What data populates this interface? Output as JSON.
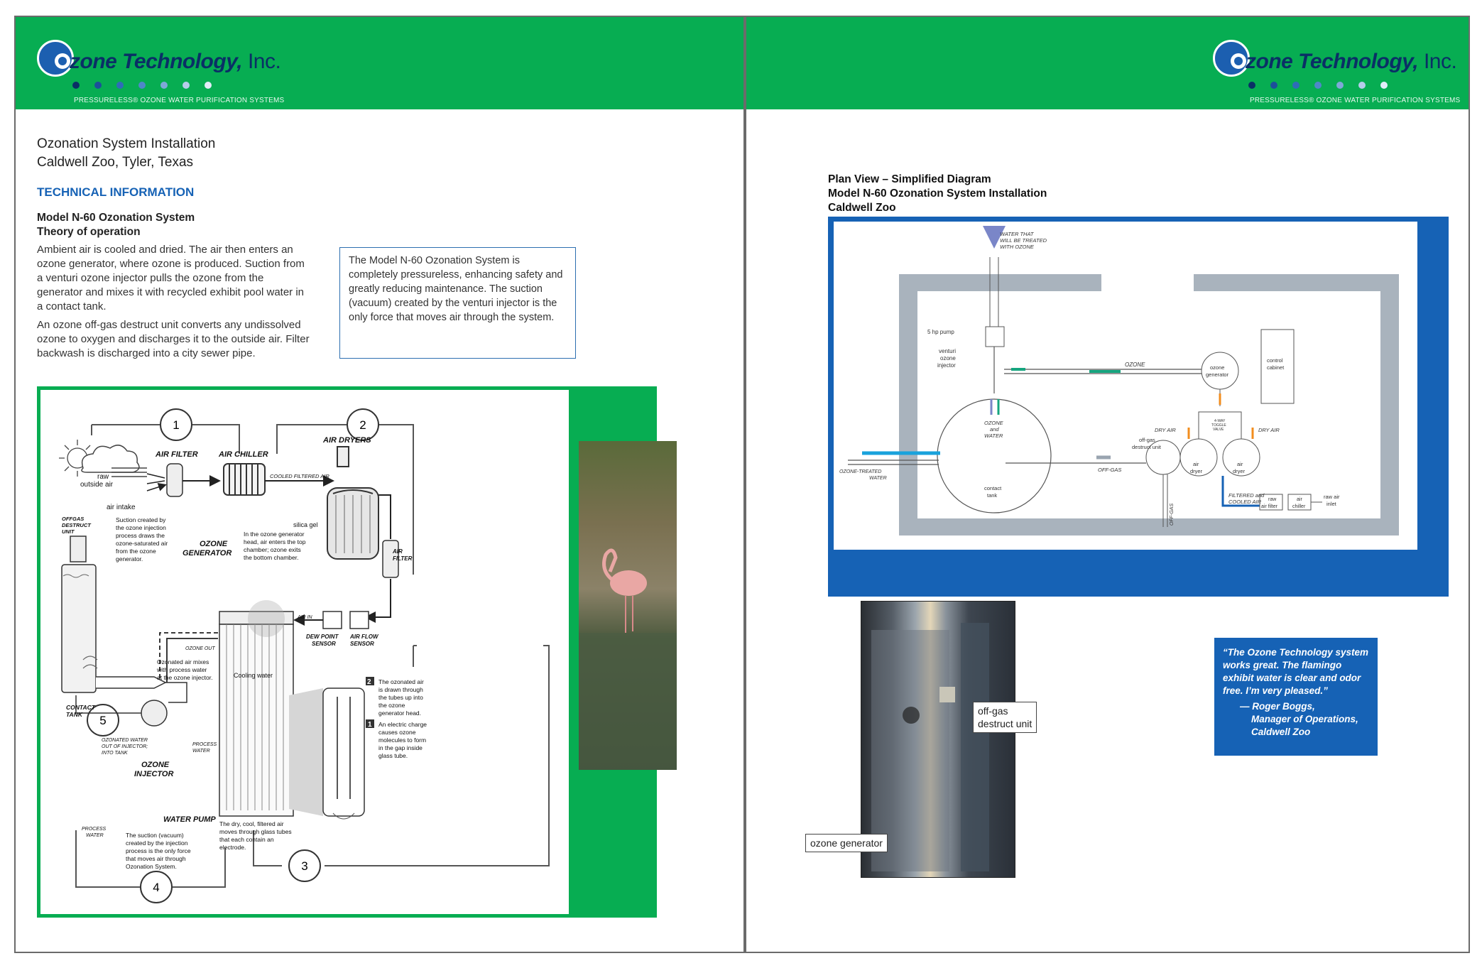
{
  "company": {
    "name": "zone Technology,",
    "inc": "Inc.",
    "tagline": "PRESSURELESS® OZONE WATER PURIFICATION SYSTEMS",
    "dot_colors": [
      "#0a2f66",
      "#1c4f9a",
      "#2f6cb8",
      "#4f87c8",
      "#7fa8d8",
      "#b5cdea",
      "#e2ecf8"
    ]
  },
  "colors": {
    "green": "#07ad52",
    "blue": "#1662b5",
    "navy": "#0a2f66"
  },
  "left": {
    "title1": "Ozonation System Installation",
    "title2": "Caldwell Zoo, Tyler, Texas",
    "section": "TECHNICAL INFORMATION",
    "sub1": "Model N-60 Ozonation System",
    "sub2": "Theory of operation",
    "para1": "Ambient air is cooled and dried. The air then enters an ozone generator, where ozone is produced. Suction from a venturi ozone injector pulls the ozone from the generator and mixes it with recycled exhibit pool water in a contact tank.",
    "para2": "An ozone off-gas destruct unit converts any undissolved ozone to oxygen and discharges it to the outside air. Filter backwash is discharged into a city sewer pipe.",
    "callout": "The Model N-60 Ozonation System is completely pressureless, enhancing safety and greatly reducing maintenance. The suction (vacuum) created by the venturi injector is the only force that moves air through the system."
  },
  "diagram": {
    "steps": [
      "1",
      "2",
      "3",
      "4",
      "5"
    ],
    "air_filter": "AIR FILTER",
    "air_chiller": "AIR CHILLER",
    "air_dryers": "AIR DRYERS",
    "raw": "raw",
    "outside_air": "outside air",
    "air_intake": "air intake",
    "cooled_filtered_air": "COOLED FILTERED AIR",
    "silica_gel": "silica gel",
    "air_filter_2": "AIR",
    "air_filter_3": "FILTER",
    "offgas1": "OFFGAS",
    "offgas2": "DESTRUCT",
    "offgas3": "UNIT",
    "suction_note": [
      "Suction created by",
      "the ozone injection",
      "process draws the",
      "ozone-saturated air",
      "from the ozone",
      "generator."
    ],
    "ozone_gen1": "OZONE",
    "ozone_gen2": "GENERATOR",
    "head_note": [
      "In the ozone generator",
      "head, air enters the top",
      "chamber; ozone exits",
      "the bottom chamber."
    ],
    "air_in": "AIR IN",
    "ozone_out": "OZONE OUT",
    "dew_point1": "DEW POINT",
    "dew_point2": "SENSOR",
    "air_flow1": "AIR FLOW",
    "air_flow2": "SENSOR",
    "mix_note": [
      "Ozonated air mixes",
      "with process water",
      "at the ozone injector."
    ],
    "cooling_water": "Cooling water",
    "contact1": "CONTACT",
    "contact2": "TANK",
    "ozonated_water": [
      "OZONATED WATER",
      "OUT OF INJECTOR;",
      "INTO TANK"
    ],
    "process_water_a": [
      "PROCESS",
      "WATER"
    ],
    "ozone_injector1": "OZONE",
    "ozone_injector2": "INJECTOR",
    "step2_num": "2",
    "step2_note": [
      "The ozonated air",
      "is drawn through",
      "the tubes up into",
      "the ozone",
      "generator head."
    ],
    "step1_num": "1",
    "step1_note": [
      "An electric charge",
      "causes ozone",
      "molecules to form",
      "in the gap inside",
      "glass tube."
    ],
    "dry_note": [
      "The dry, cool, filtered air",
      "moves through glass tubes",
      "that each contain an",
      "electrode."
    ],
    "water_pump": "WATER PUMP",
    "process_water_b": [
      "PROCESS",
      "WATER"
    ],
    "suction_bottom": [
      "The suction (vacuum)",
      "created by the injection",
      "process is the only force",
      "that moves air through",
      "Ozonation System."
    ]
  },
  "right": {
    "h1": "Plan View – Simplified Diagram",
    "h2": "Model N-60 Ozonation System Installation",
    "h3": "Caldwell Zoo",
    "plan": {
      "water_in": [
        "WATER THAT",
        "WILL BE TREATED",
        "WITH OZONE"
      ],
      "pump": "5 hp pump",
      "venturi": [
        "venturi",
        "ozone",
        "injector"
      ],
      "ozone": "OZONE",
      "ozone_gen": [
        "ozone",
        "generator"
      ],
      "control": [
        "control",
        "cabinet"
      ],
      "ozone_and_water": [
        "OZONE",
        "and",
        "WATER"
      ],
      "dry_air_l": "DRY AIR",
      "dry_air_r": "DRY AIR",
      "toggle": [
        "4-WAY",
        "TOGGLE",
        "VALVE"
      ],
      "offgas_unit": [
        "off-gas",
        "destruct unit"
      ],
      "treated": [
        "OZONE-TREATED",
        "WATER"
      ],
      "offgas": "OFF-GAS",
      "contact": [
        "contact",
        "tank"
      ],
      "air_dryer_l": [
        "air",
        "dryer"
      ],
      "air_dryer_r": [
        "air",
        "dryer"
      ],
      "filtered": [
        "FILTERED and",
        "COOLED AIR"
      ],
      "raw_filter": [
        "raw",
        "air filter"
      ],
      "chiller": [
        "air",
        "chiller"
      ],
      "inlet": [
        "raw air",
        "inlet"
      ],
      "offgas_vert": "OFF-GAS"
    },
    "label_offgas": [
      "off-gas",
      "destruct unit"
    ],
    "label_generator": "ozone generator",
    "quote": "“The Ozone Technology system works great. The flamingo exhibit water is clear and odor free. I’m very pleased.”",
    "quote_by": "— Roger Boggs,",
    "quote_role": "Manager of Operations,",
    "quote_org": "Caldwell Zoo"
  }
}
